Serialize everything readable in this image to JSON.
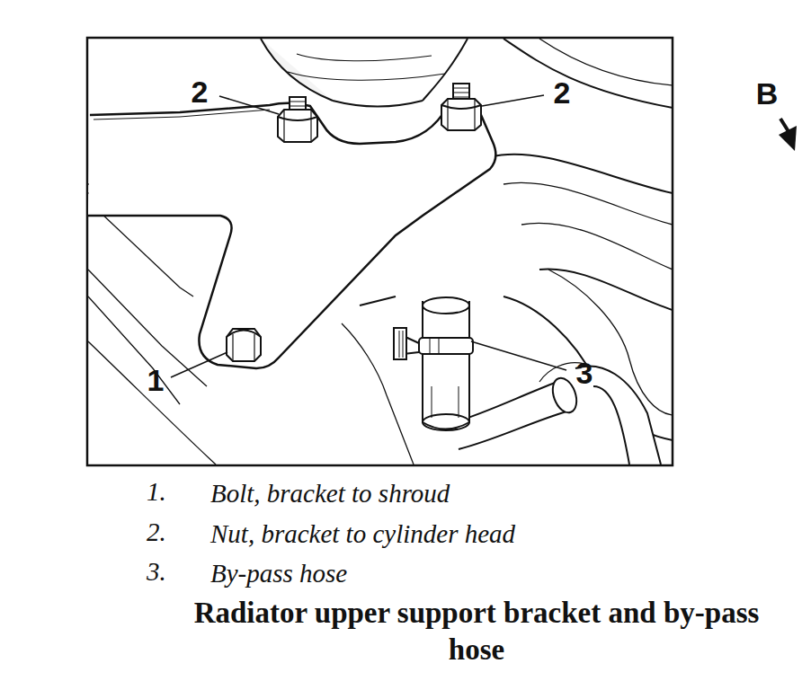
{
  "diagram": {
    "caption": "Radiator upper support bracket and by-pass hose",
    "labels": [
      "2",
      "2",
      "1",
      "3",
      "B",
      "1.",
      "Bolt, bracket to shroud",
      "2.",
      "Nut, bracket to cylinder head",
      "3.",
      "By-pass hose"
    ]
  }
}
